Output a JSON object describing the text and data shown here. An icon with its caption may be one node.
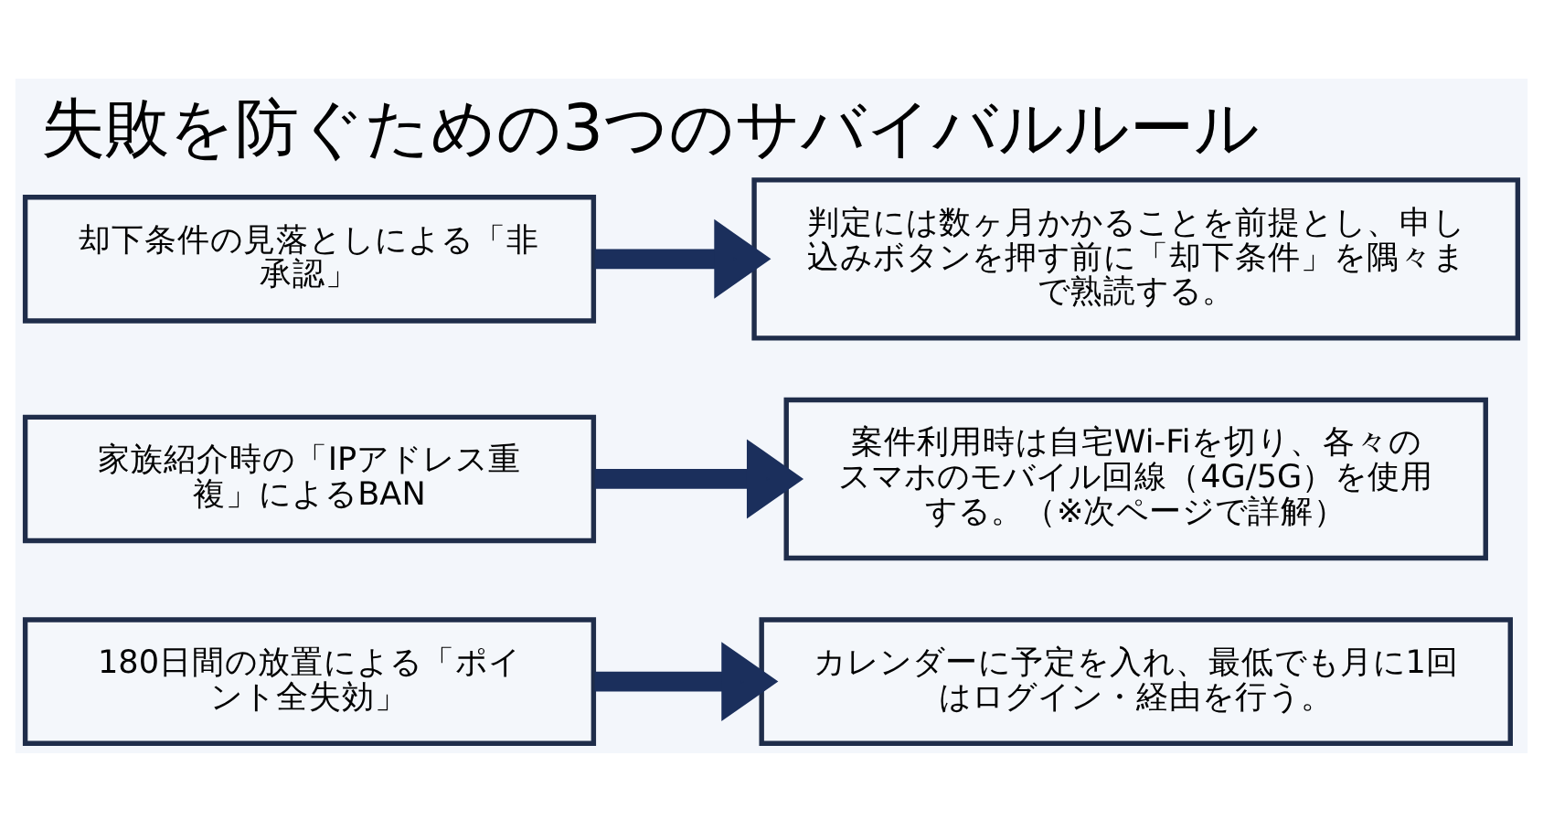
{
  "diagram": {
    "title": "失敗を防ぐための3つのサバイバルルール",
    "nodes": [
      {
        "text": [
          "180日間の放置による「ポイント全失効」"
        ]
      },
      {
        "text": [
          "カレンダーに予定を入れ、最低でも月に1回はログイン・経由を行う。"
        ]
      },
      {
        "text": [
          "家族紹介時の「IPアドレス重複」によるBAN"
        ]
      },
      {
        "text": [
          "案件利用時は自宅Wi-Fiを切り、各々のスマホのモバイル回線（4G/5G）を使用する。（※次ページで詳解）"
        ]
      },
      {
        "text": [
          "却下条件の見落としによる「非承認」"
        ]
      },
      {
        "text": [
          "判定には数ヶ月かかることを前提とし、申し込みボタンを押す前に「却下条件」を隅々まで熟読する。"
        ]
      }
    ],
    "edges": [
      {
        "from": 0,
        "to": 1,
        "arrow": "to"
      },
      {
        "from": 2,
        "to": 3,
        "arrow": "to"
      },
      {
        "from": 4,
        "to": 5,
        "arrow": "to"
      }
    ]
  }
}
